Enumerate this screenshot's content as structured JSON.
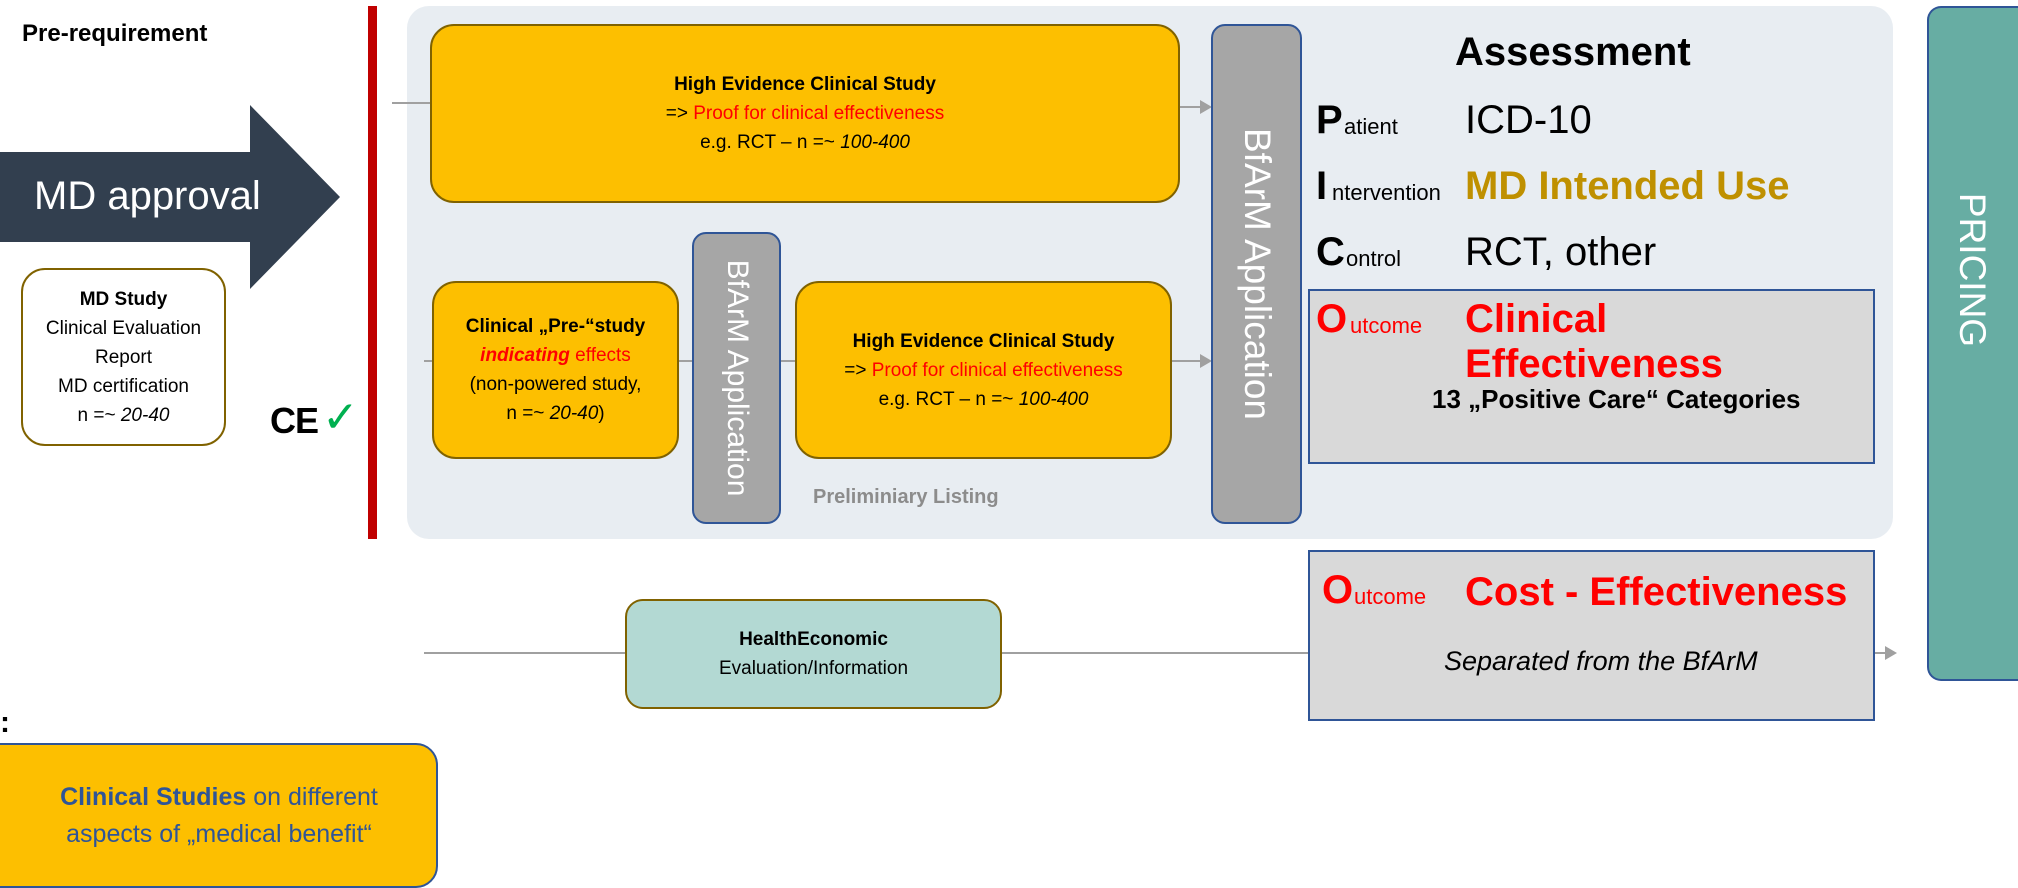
{
  "pre_requirement": "Pre-requirement",
  "md_approval": "MD approval",
  "md_study": {
    "title": "MD Study",
    "line1": "Clinical Evaluation",
    "line2": "Report",
    "line3": "MD certification",
    "n_prefix": "n =~ ",
    "n_value": "20-40"
  },
  "ce_mark": "CE",
  "check_mark": "✓",
  "high_evidence_top": {
    "title": "High Evidence Clinical Study",
    "arrow": "=> ",
    "proof": "Proof for clinical effectiveness",
    "eg": "e.g. RCT – n =~ ",
    "n_value": "100-400"
  },
  "pre_study": {
    "title": "Clinical „Pre-“study",
    "indicating": "indicating",
    "effects": " effects",
    "non_powered": "(non-powered study,",
    "n_prefix": "n =~ ",
    "n_value": "20-40",
    "n_suffix": ")"
  },
  "bfarm_small": "BfArM Application",
  "high_evidence_mid": {
    "title": "High Evidence Clinical Study",
    "arrow": "=> ",
    "proof": "Proof for clinical effectiveness",
    "eg": "e.g. RCT – n =~ ",
    "n_value": "100-400"
  },
  "preliminary_listing": "Preliminiary Listing",
  "bfarm_large": "BfArM Application",
  "assessment": {
    "title": "Assessment",
    "patient_letter": "P",
    "patient_rest": "atient",
    "patient_value": "ICD-10",
    "intervention_letter": "I",
    "intervention_rest": "ntervention",
    "intervention_value": "MD Intended Use",
    "control_letter": "C",
    "control_rest": "ontrol",
    "control_value": "RCT, other",
    "outcome_letter": "O",
    "outcome_rest": "utcome",
    "outcome_value": "Clinical Effectiveness",
    "categories": "13 „Positive Care“ Categories"
  },
  "cost_box": {
    "outcome_letter": "O",
    "outcome_rest": "utcome",
    "value": "Cost - Effectiveness",
    "separated": "Separated from the BfArM"
  },
  "health_economic": {
    "title": "HealthEconomic",
    "subtitle": "Evaluation/Information"
  },
  "pricing": "PRICING",
  "legend_colon": ":",
  "legend": {
    "bold": "Clinical Studies",
    "rest1": " on different",
    "rest2": "aspects of „medical benefit“"
  },
  "colors": {
    "yellow": "#fdbf00",
    "teal": "#67ada3",
    "mint": "#b3d9d3",
    "navy": "#323f4f",
    "gold_text": "#bf9000",
    "legend_text": "#2f5597",
    "red_bar": "#c00000"
  }
}
